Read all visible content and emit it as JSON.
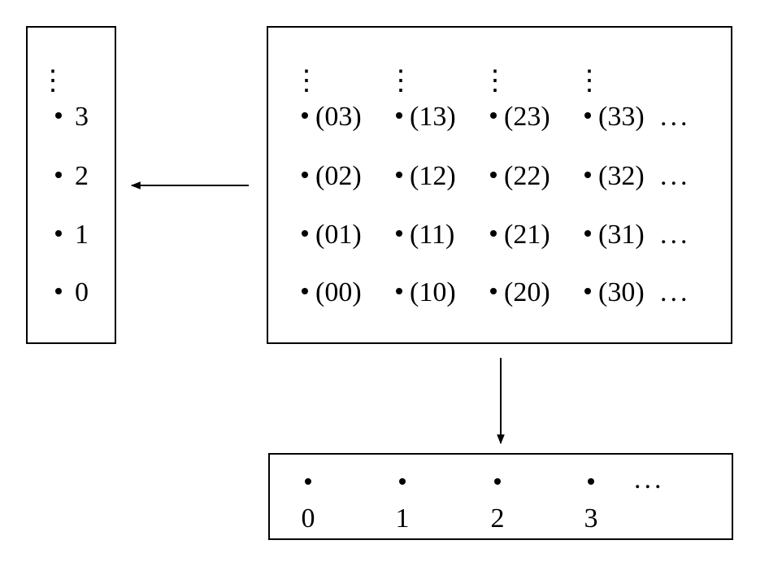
{
  "left_box": {
    "points": [
      "3",
      "2",
      "1",
      "0"
    ]
  },
  "grid_box": {
    "rows": [
      [
        "(03)",
        "(13)",
        "(23)",
        "(33)"
      ],
      [
        "(02)",
        "(12)",
        "(22)",
        "(32)"
      ],
      [
        "(01)",
        "(11)",
        "(21)",
        "(31)"
      ],
      [
        "(00)",
        "(10)",
        "(20)",
        "(30)"
      ]
    ],
    "row_ellipsis": "...",
    "vertical_ellipsis": "⋮"
  },
  "bottom_box": {
    "points": [
      "0",
      "1",
      "2",
      "3"
    ],
    "ellipsis": "..."
  },
  "colors": {
    "stroke": "#000000",
    "background": "#ffffff"
  }
}
